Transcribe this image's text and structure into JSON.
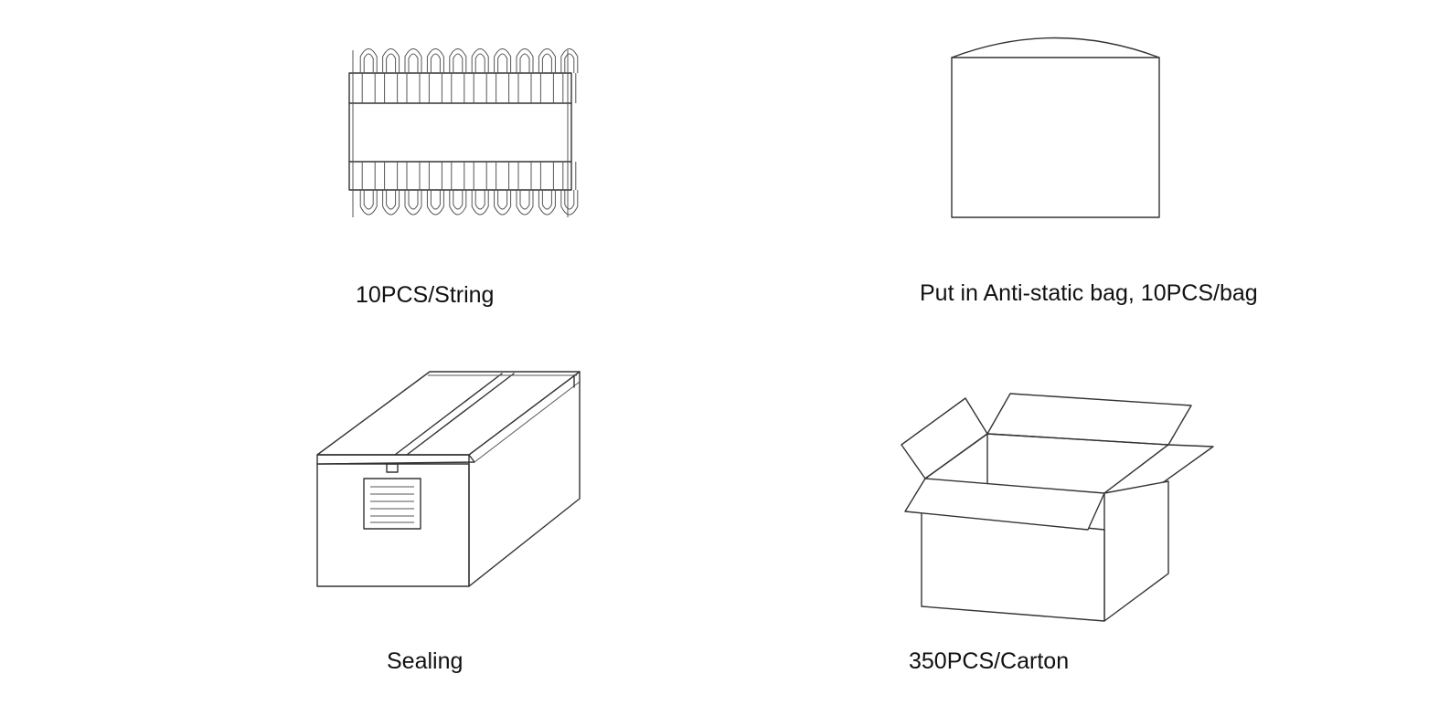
{
  "steps": [
    {
      "caption": "10PCS/String",
      "icon": "led-module-string-icon"
    },
    {
      "caption": "Put in Anti-static bag, 10PCS/bag",
      "icon": "anti-static-bag-icon"
    },
    {
      "caption": "Sealing",
      "icon": "sealed-box-icon"
    },
    {
      "caption": "350PCS/Carton",
      "icon": "open-carton-icon"
    }
  ]
}
